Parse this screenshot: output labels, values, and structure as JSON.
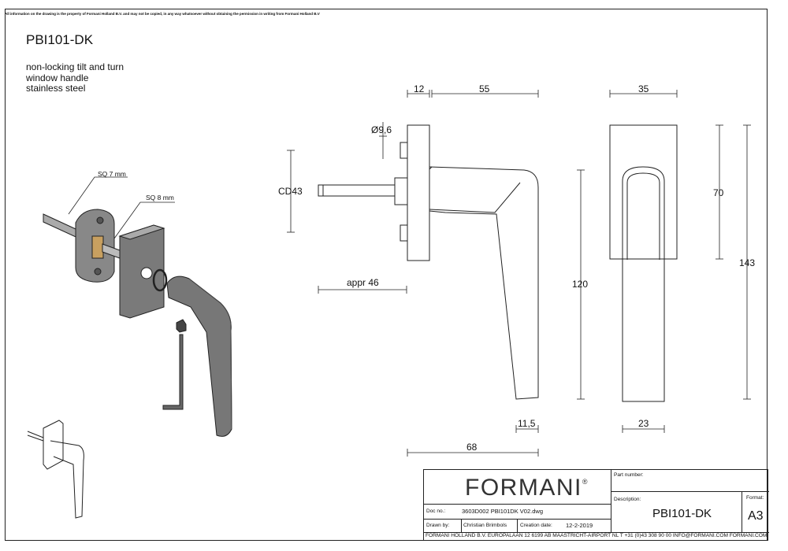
{
  "legal_notice": "All information on the drawing is the property of Formani Holland B.V. and may not be copied, in any way whatsoever without obtaining the permission in writing from Formani Holland B.V",
  "product": {
    "code": "PBI101-DK",
    "description_lines": [
      "non-locking tilt and turn",
      "window handle",
      "stainless steel"
    ]
  },
  "callouts": {
    "spindle_handle": "SQ 7 mm",
    "spindle_rose": "SQ 8 mm"
  },
  "dimensions": {
    "rose_thickness": "12",
    "projection": "55",
    "rose_width": "35",
    "spindle_diameter": "Ø9,6",
    "hole_spacing": "CD43",
    "spindle_length": "appr 46",
    "rose_height": "70",
    "handle_length": "120",
    "total_height": "143",
    "lever_end": "11,5",
    "lever_width": "23",
    "total_depth": "68"
  },
  "title_block": {
    "brand": "FORMANI",
    "brand_mark": "®",
    "part_number_label": "Part number:",
    "part_number_value": "",
    "description_label": "Description:",
    "description_value": "PBI101-DK",
    "format_label": "Format:",
    "format_value": "A3",
    "doc_no_label": "Doc no.:",
    "doc_no_value": "3603D002 PBI101DK  V02.dwg",
    "drawn_by_label": "Drawn by:",
    "drawn_by_value": "Christian Brimbols",
    "creation_date_label": "Creation date:",
    "creation_date_value": "12-2-2019",
    "footer": "FORMANI HOLLAND B.V.  EUROPALAAN 12  6199 AB MAASTRICHT-AIRPORT NL  T +31 (0)43 308 90 00 INFO@FORMANI.COM FORMANI.COM"
  }
}
